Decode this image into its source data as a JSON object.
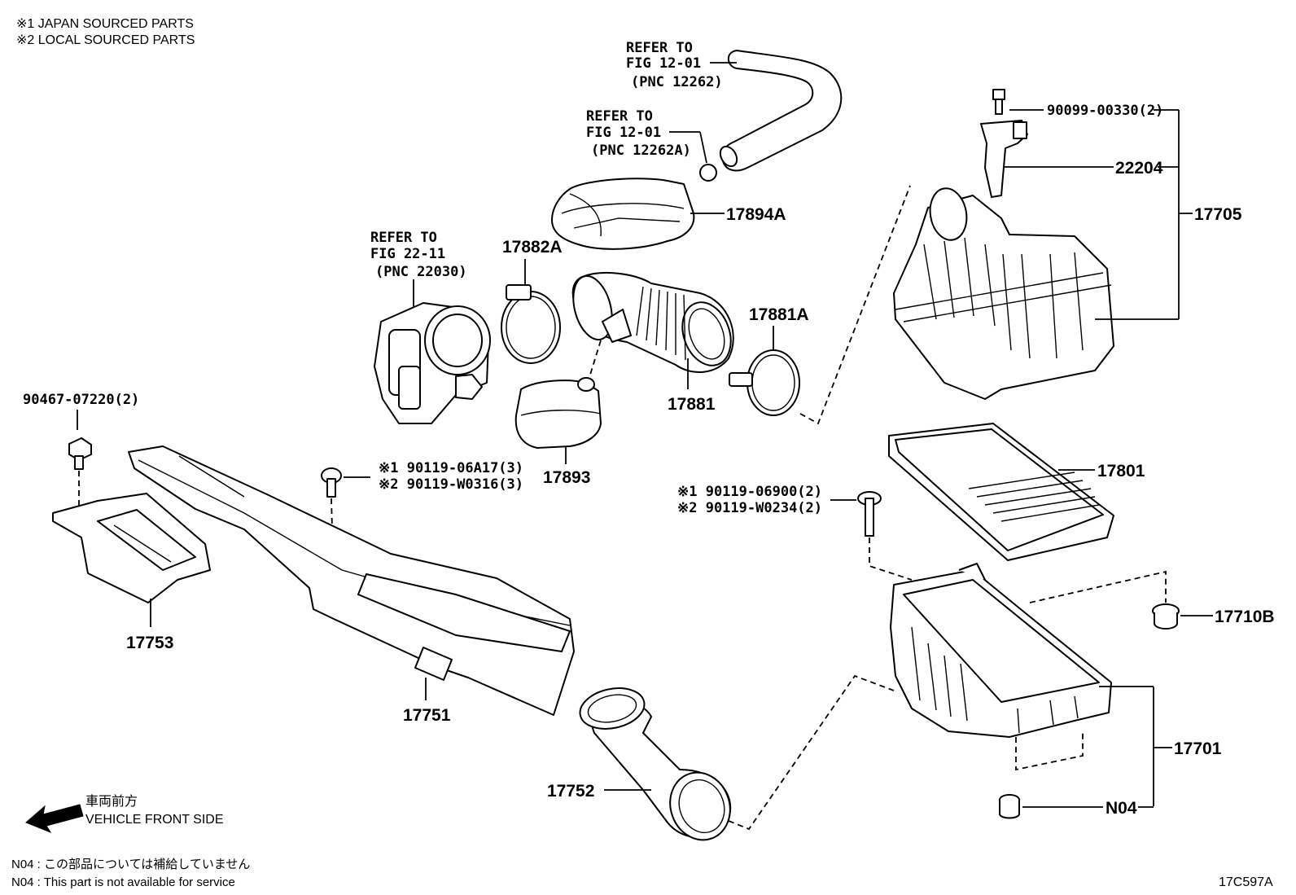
{
  "notes": {
    "japan_sourced": "※1  JAPAN SOURCED PARTS",
    "local_sourced": "※2  LOCAL SOURCED PARTS"
  },
  "refs": {
    "ref1": {
      "line1": "REFER TO",
      "line2": "FIG 12-01",
      "line3": "(PNC 12262)"
    },
    "ref2": {
      "line1": "REFER TO",
      "line2": "FIG 12-01",
      "line3": "(PNC 12262A)"
    },
    "ref3": {
      "line1": "REFER TO",
      "line2": "FIG 22-11",
      "line3": "(PNC 22030)"
    }
  },
  "parts": {
    "p90099": "90099-00330(2)",
    "p22204": "22204",
    "p17705": "17705",
    "p17894A": "17894A",
    "p17882A": "17882A",
    "p17881A": "17881A",
    "p17881": "17881",
    "p17893": "17893",
    "p90467": "90467-07220(2)",
    "p90119a1": "※1  90119-06A17(3)",
    "p90119a2": "※2  90119-W0316(3)",
    "p90119b1": "※1  90119-06900(2)",
    "p90119b2": "※2  90119-W0234(2)",
    "p17801": "17801",
    "p17710B": "17710B",
    "p17753": "17753",
    "p17751": "17751",
    "p17701": "17701",
    "p17752": "17752",
    "pN04": "N04"
  },
  "direction": {
    "jp": "車両前方",
    "en": "VEHICLE FRONT SIDE"
  },
  "footnotes": {
    "jp": "N04 : この部品については補給していません",
    "en": "N04 : This part is not available for service"
  },
  "diagram_code": "17C597A"
}
